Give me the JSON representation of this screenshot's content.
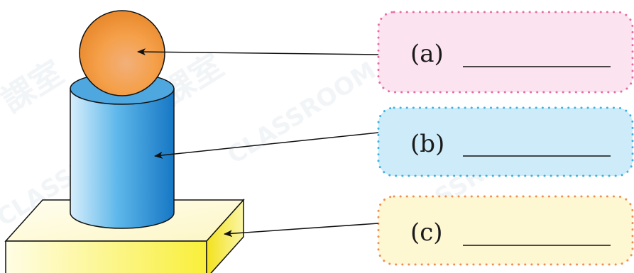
{
  "labels": [
    {
      "id": "a",
      "text": "(a)",
      "color": "#fbe3ef",
      "dot_color": "#e86aa6"
    },
    {
      "id": "b",
      "text": "(b)",
      "color": "#cdebf8",
      "dot_color": "#3bb3e3"
    },
    {
      "id": "c",
      "text": "(c)",
      "color": "#fdf7d2",
      "dot_color": "#ee8f55"
    }
  ],
  "shapes": {
    "sphere": {
      "name": "sphere",
      "color": "#f5a24a"
    },
    "cylinder": {
      "name": "cylinder",
      "color": "#3c9fd9"
    },
    "cuboid": {
      "name": "cuboid",
      "color": "#f7ef5a"
    }
  },
  "watermark": {
    "text": "CLASSROOM",
    "chinese": "課室"
  }
}
